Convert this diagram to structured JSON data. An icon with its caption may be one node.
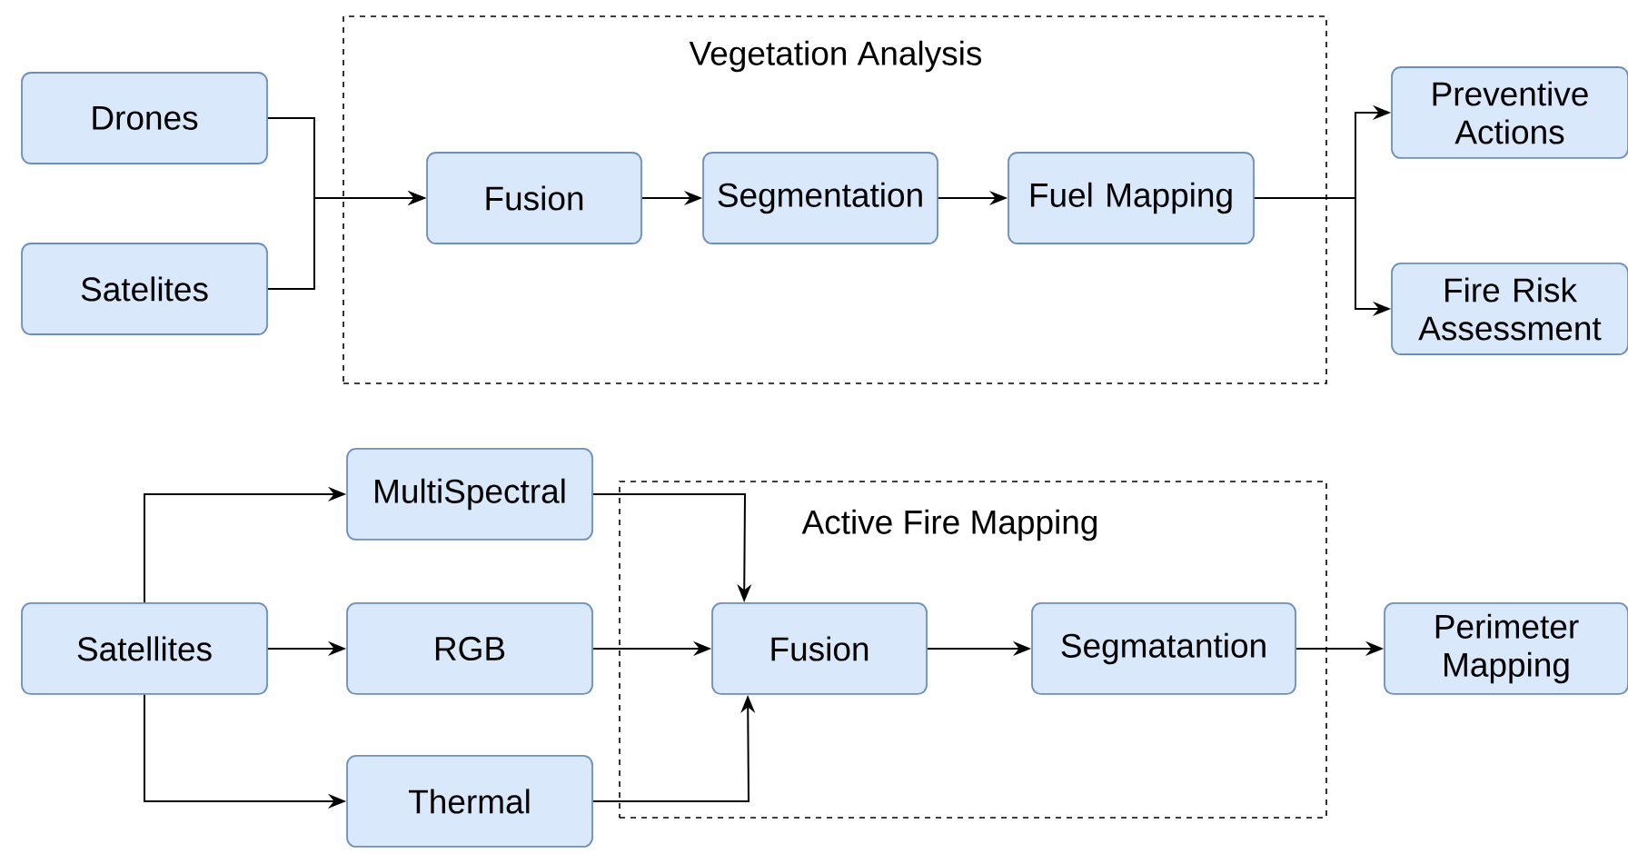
{
  "diagram": {
    "nodes": [
      {
        "text": [
          "Vegetation Analysis"
        ]
      },
      {
        "text": [
          "Drones"
        ]
      },
      {
        "text": [
          "Satelites"
        ]
      },
      {
        "text": [
          "Fusion"
        ],
        "in": 0
      },
      {
        "text": [
          "Segmentation"
        ],
        "in": 0
      },
      {
        "text": [
          "Fuel Mapping"
        ],
        "in": 0
      },
      {
        "text": [
          "Preventive Actions"
        ]
      },
      {
        "text": [
          "Fire Risk Assessment"
        ]
      },
      {
        "text": [
          "Active Fire Mapping"
        ]
      },
      {
        "text": [
          "MultiSpectral"
        ]
      },
      {
        "text": [
          "Satellites"
        ]
      },
      {
        "text": [
          "RGB"
        ]
      },
      {
        "text": [
          "Fusion"
        ],
        "in": 8
      },
      {
        "text": [
          "Segmatantion"
        ],
        "in": 8
      },
      {
        "text": [
          "Perimeter Mapping"
        ]
      },
      {
        "text": [
          "Thermal"
        ]
      }
    ],
    "edges": [
      {
        "from": 1,
        "to": 3,
        "arrow": "to"
      },
      {
        "from": 2,
        "to": 3,
        "arrow": "to"
      },
      {
        "from": 3,
        "to": 4,
        "arrow": "to"
      },
      {
        "from": 4,
        "to": 5,
        "arrow": "to"
      },
      {
        "from": 5,
        "to": 6,
        "arrow": "to"
      },
      {
        "from": 5,
        "to": 7,
        "arrow": "to"
      },
      {
        "from": 10,
        "to": 9,
        "arrow": "to"
      },
      {
        "from": 10,
        "to": 11,
        "arrow": "to"
      },
      {
        "from": 10,
        "to": 15,
        "arrow": "to"
      },
      {
        "from": 9,
        "to": 12,
        "arrow": "to"
      },
      {
        "from": 11,
        "to": 12,
        "arrow": "to"
      },
      {
        "from": 15,
        "to": 12,
        "arrow": "to"
      },
      {
        "from": 12,
        "to": 13,
        "arrow": "to"
      },
      {
        "from": 13,
        "to": 14,
        "arrow": "to"
      }
    ]
  }
}
